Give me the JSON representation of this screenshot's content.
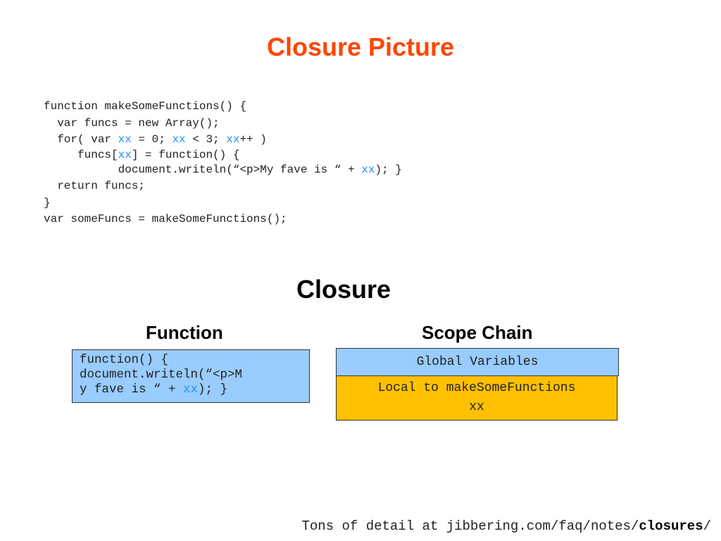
{
  "title": "Closure Picture",
  "code": {
    "l1": "function makeSomeFunctions() {",
    "l2a": "  var funcs = new Array();",
    "l3a": "  for( var ",
    "l3b": "xx",
    "l3c": " = 0; ",
    "l3d": "xx",
    "l3e": " < 3; ",
    "l3f": "xx",
    "l3g": "++ )",
    "l4a": "     funcs[",
    "l4b": "xx",
    "l4c": "] = function() {",
    "l5a": "           document.writeln(“<p>My fave is “ + ",
    "l5b": "xx",
    "l5c": "); }",
    "l6": "  return funcs;",
    "l7": "}",
    "l8": "var someFuncs = makeSomeFunctions();"
  },
  "closure_heading": "Closure",
  "function_heading": "Function",
  "scope_heading": "Scope Chain",
  "function_box": {
    "line1": "function() {",
    "line2": "document.writeln(“<p>M",
    "line3a": "y fave is “ + ",
    "line3b": "xx",
    "line3c": "); }"
  },
  "scope_chain": {
    "global": "Global Variables",
    "local_label": "Local to makeSomeFunctions",
    "local_var": "xx"
  },
  "footer": {
    "prefix": "Tons of detail at jibbering.com/faq/notes/",
    "bold": "closures",
    "suffix": "/"
  },
  "colors": {
    "title": "#ff4500",
    "highlight": "#1e90ff",
    "function_box": "#99ccff",
    "global_box": "#99ccff",
    "local_box": "#ffc000"
  }
}
